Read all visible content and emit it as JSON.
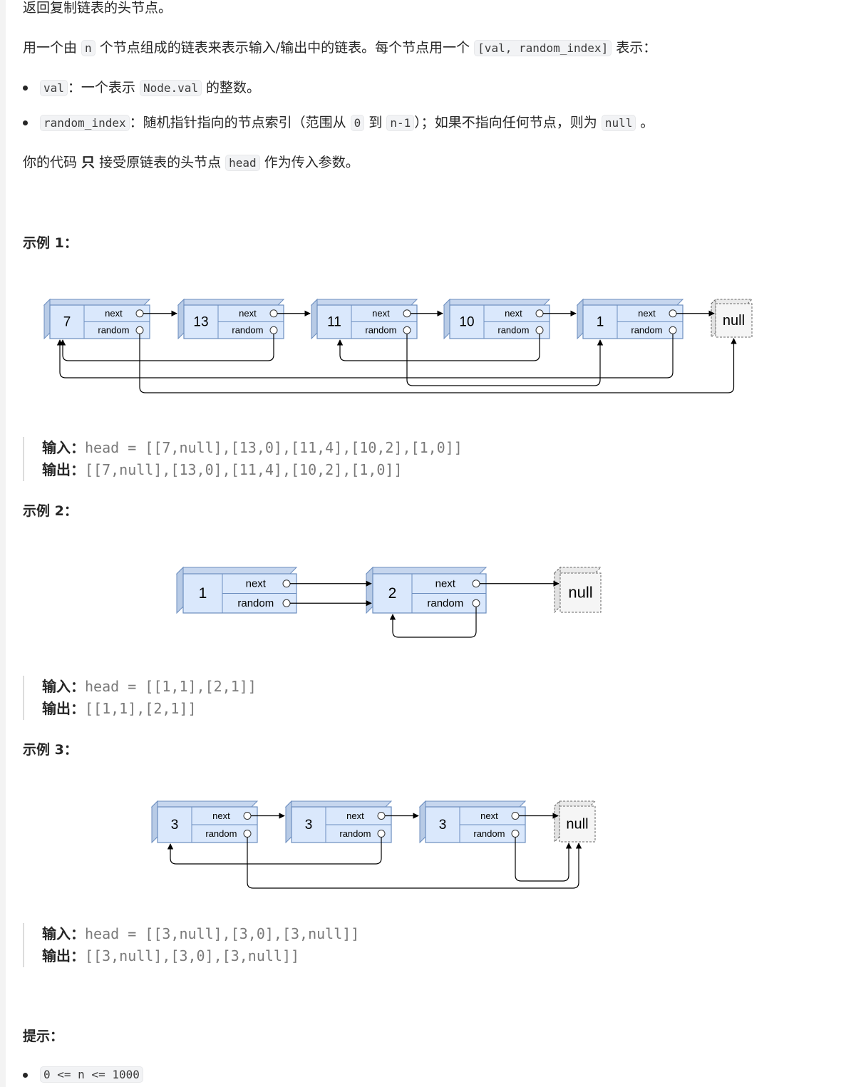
{
  "intro": {
    "line0": "返回复制链表的头节点。",
    "l1_a": "用一个由 ",
    "l1_code_n": "n",
    "l1_b": " 个节点组成的链表来表示输入/输出中的链表。每个节点用一个 ",
    "l1_code_pair": "[val, random_index]",
    "l1_c": " 表示：",
    "b1_code": "val",
    "b1_a": "：一个表示 ",
    "b1_code2": "Node.val",
    "b1_b": " 的整数。",
    "b2_code": "random_index",
    "b2_a": "：随机指针指向的节点索引（范围从 ",
    "b2_code0": "0",
    "b2_b": " 到 ",
    "b2_coden": "n-1",
    "b2_c": "）；如果不指向任何节点，则为  ",
    "b2_codenull": "null",
    "b2_d": " 。",
    "l4_a": "你的代码 ",
    "l4_bold": "只",
    "l4_b": " 接受原链表的头节点 ",
    "l4_code": "head",
    "l4_c": " 作为传入参数。"
  },
  "examples": [
    {
      "title": "示例 1：",
      "input_label": "输入：",
      "input": "head = [[7,null],[13,0],[11,4],[10,2],[1,0]]",
      "output_label": "输出：",
      "output": "[[7,null],[13,0],[11,4],[10,2],[1,0]]",
      "nodes": [
        "7",
        "13",
        "11",
        "10",
        "1"
      ]
    },
    {
      "title": "示例 2：",
      "input_label": "输入：",
      "input": "head = [[1,1],[2,1]]",
      "output_label": "输出：",
      "output": "[[1,1],[2,1]]",
      "nodes": [
        "1",
        "2"
      ]
    },
    {
      "title": "示例 3：",
      "input_label": "输入：",
      "input": "head = [[3,null],[3,0],[3,null]]",
      "output_label": "输出：",
      "output": "[[3,null],[3,0],[3,null]]",
      "nodes": [
        "3",
        "3",
        "3"
      ]
    }
  ],
  "diagram": {
    "next_label": "next",
    "random_label": "random",
    "null_label": "null"
  },
  "hints": {
    "title": "提示：",
    "items": [
      "0 <= n <= 1000"
    ]
  },
  "colors": {
    "node_fill": "#dae8fc",
    "node_stroke": "#6c8ebf",
    "null_fill": "#f5f5f5",
    "null_stroke": "#666666"
  }
}
